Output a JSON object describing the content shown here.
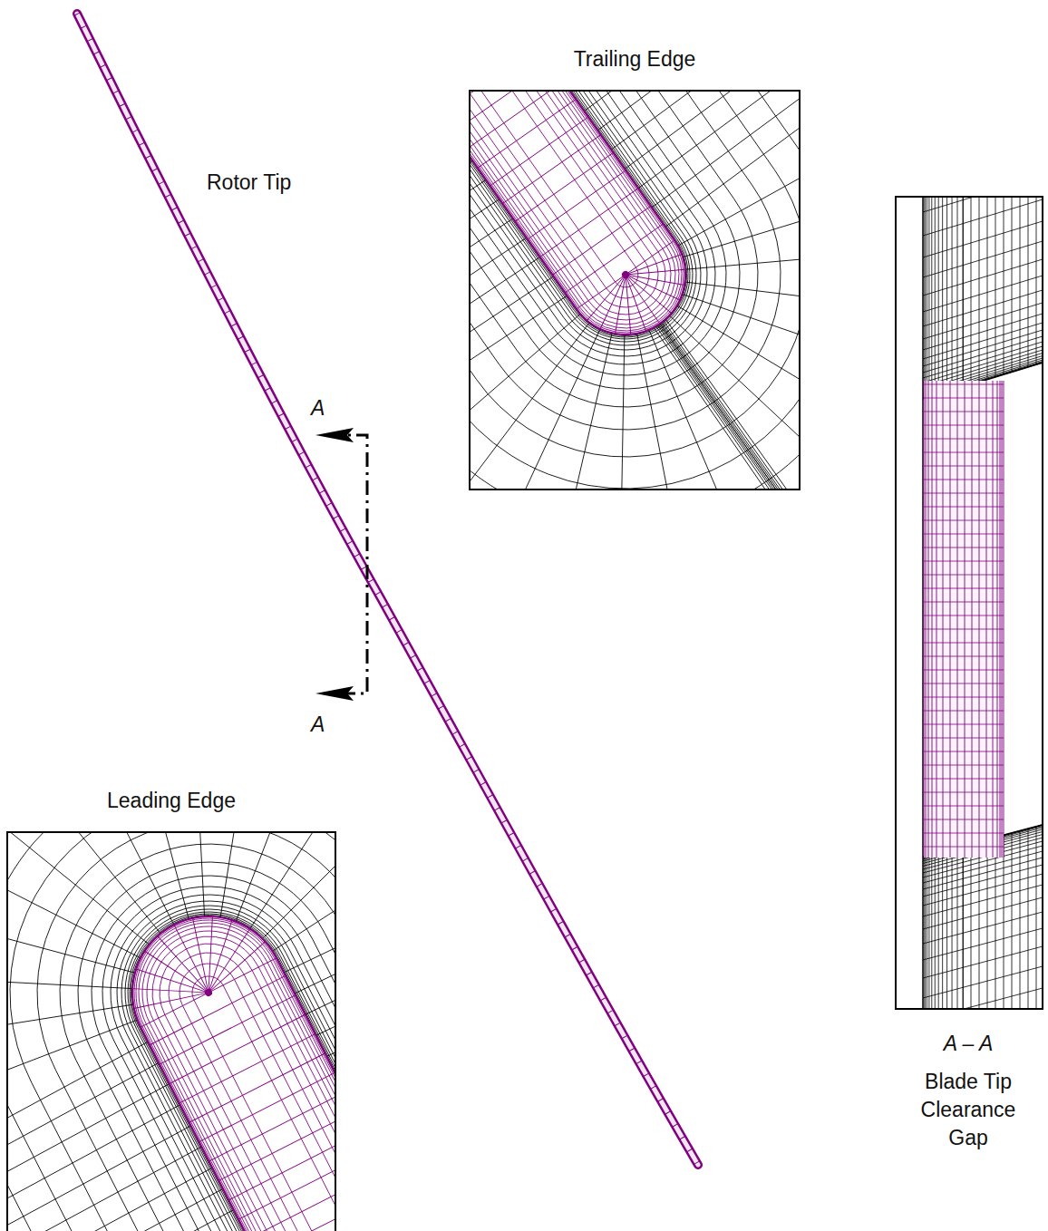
{
  "diagram": {
    "labels": [
      "Trailing Edge",
      "Rotor Tip",
      "A",
      "A",
      "Leading Edge",
      "A – A",
      "Blade Tip Clearance Gap"
    ]
  }
}
